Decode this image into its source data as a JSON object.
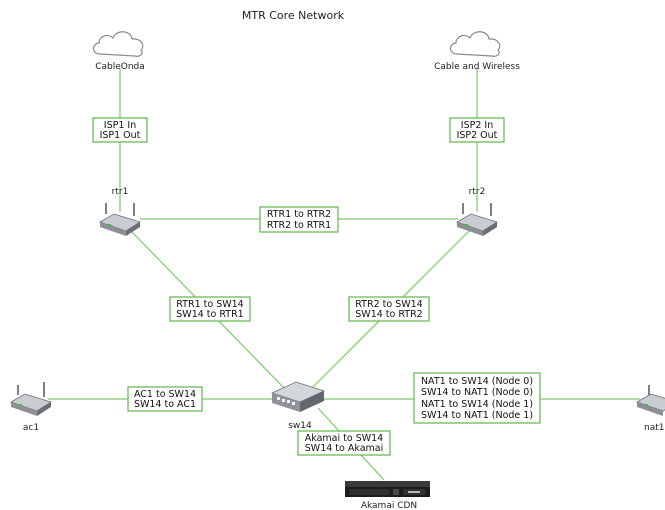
{
  "title": "MTR Core Network",
  "colors": {
    "link": "#7ccc6a",
    "label_border": "#5cb84a"
  },
  "nodes": {
    "cableonda": {
      "label": "CableOnda",
      "icon": "cloud-icon"
    },
    "cablewireless": {
      "label": "Cable and Wireless",
      "icon": "cloud-icon"
    },
    "rtr1": {
      "label": "rtr1",
      "icon": "router-icon"
    },
    "rtr2": {
      "label": "rtr2",
      "icon": "router-icon"
    },
    "sw14": {
      "label": "sw14",
      "icon": "switch-icon"
    },
    "ac1": {
      "label": "ac1",
      "icon": "router-icon"
    },
    "nat1": {
      "label": "nat1",
      "icon": "router-icon"
    },
    "akamai": {
      "label": "Akamai CDN",
      "icon": "server-icon"
    }
  },
  "links": {
    "isp1": [
      "ISP1 In",
      "ISP1 Out"
    ],
    "isp2": [
      "ISP2 In",
      "ISP2 Out"
    ],
    "rtr1_rtr2": [
      "RTR1 to RTR2",
      "RTR2 to RTR1"
    ],
    "rtr1_sw14": [
      "RTR1 to SW14",
      "SW14 to RTR1"
    ],
    "rtr2_sw14": [
      "RTR2 to SW14",
      "SW14 to RTR2"
    ],
    "ac1_sw14": [
      "AC1 to SW14",
      "SW14 to AC1"
    ],
    "nat1_sw14": [
      "NAT1 to SW14 (Node 0)",
      "SW14 to NAT1 (Node 0)",
      "NAT1 to SW14 (Node 1)",
      "SW14 to NAT1 (Node 1)"
    ],
    "akamai_sw14": [
      "Akamai to SW14",
      "SW14 to Akamai"
    ]
  }
}
